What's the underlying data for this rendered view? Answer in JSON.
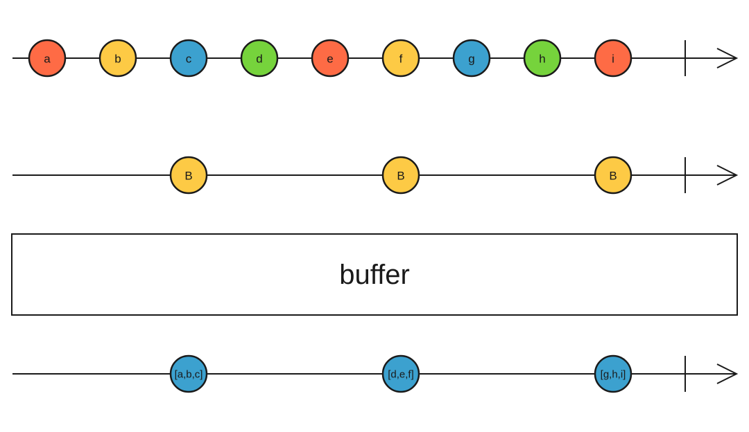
{
  "colors": {
    "red": "#fe6b45",
    "yellow": "#fdca45",
    "blue": "#3ca1cf",
    "green": "#76d33c",
    "stroke": "#1a1a1a"
  },
  "source": {
    "marbles": [
      {
        "label": "a",
        "color": "red"
      },
      {
        "label": "b",
        "color": "yellow"
      },
      {
        "label": "c",
        "color": "blue"
      },
      {
        "label": "d",
        "color": "green"
      },
      {
        "label": "e",
        "color": "red"
      },
      {
        "label": "f",
        "color": "yellow"
      },
      {
        "label": "g",
        "color": "blue"
      },
      {
        "label": "h",
        "color": "green"
      },
      {
        "label": "i",
        "color": "red"
      }
    ],
    "completed": true
  },
  "boundary": {
    "marbles": [
      {
        "label": "B",
        "color": "yellow"
      },
      {
        "label": "B",
        "color": "yellow"
      },
      {
        "label": "B",
        "color": "yellow"
      }
    ],
    "completed": true
  },
  "operator": {
    "label": "buffer"
  },
  "result": {
    "marbles": [
      {
        "label": "[a,b,c]",
        "color": "blue"
      },
      {
        "label": "[d,e,f]",
        "color": "blue"
      },
      {
        "label": "[g,h,i]",
        "color": "blue"
      }
    ],
    "completed": true
  }
}
